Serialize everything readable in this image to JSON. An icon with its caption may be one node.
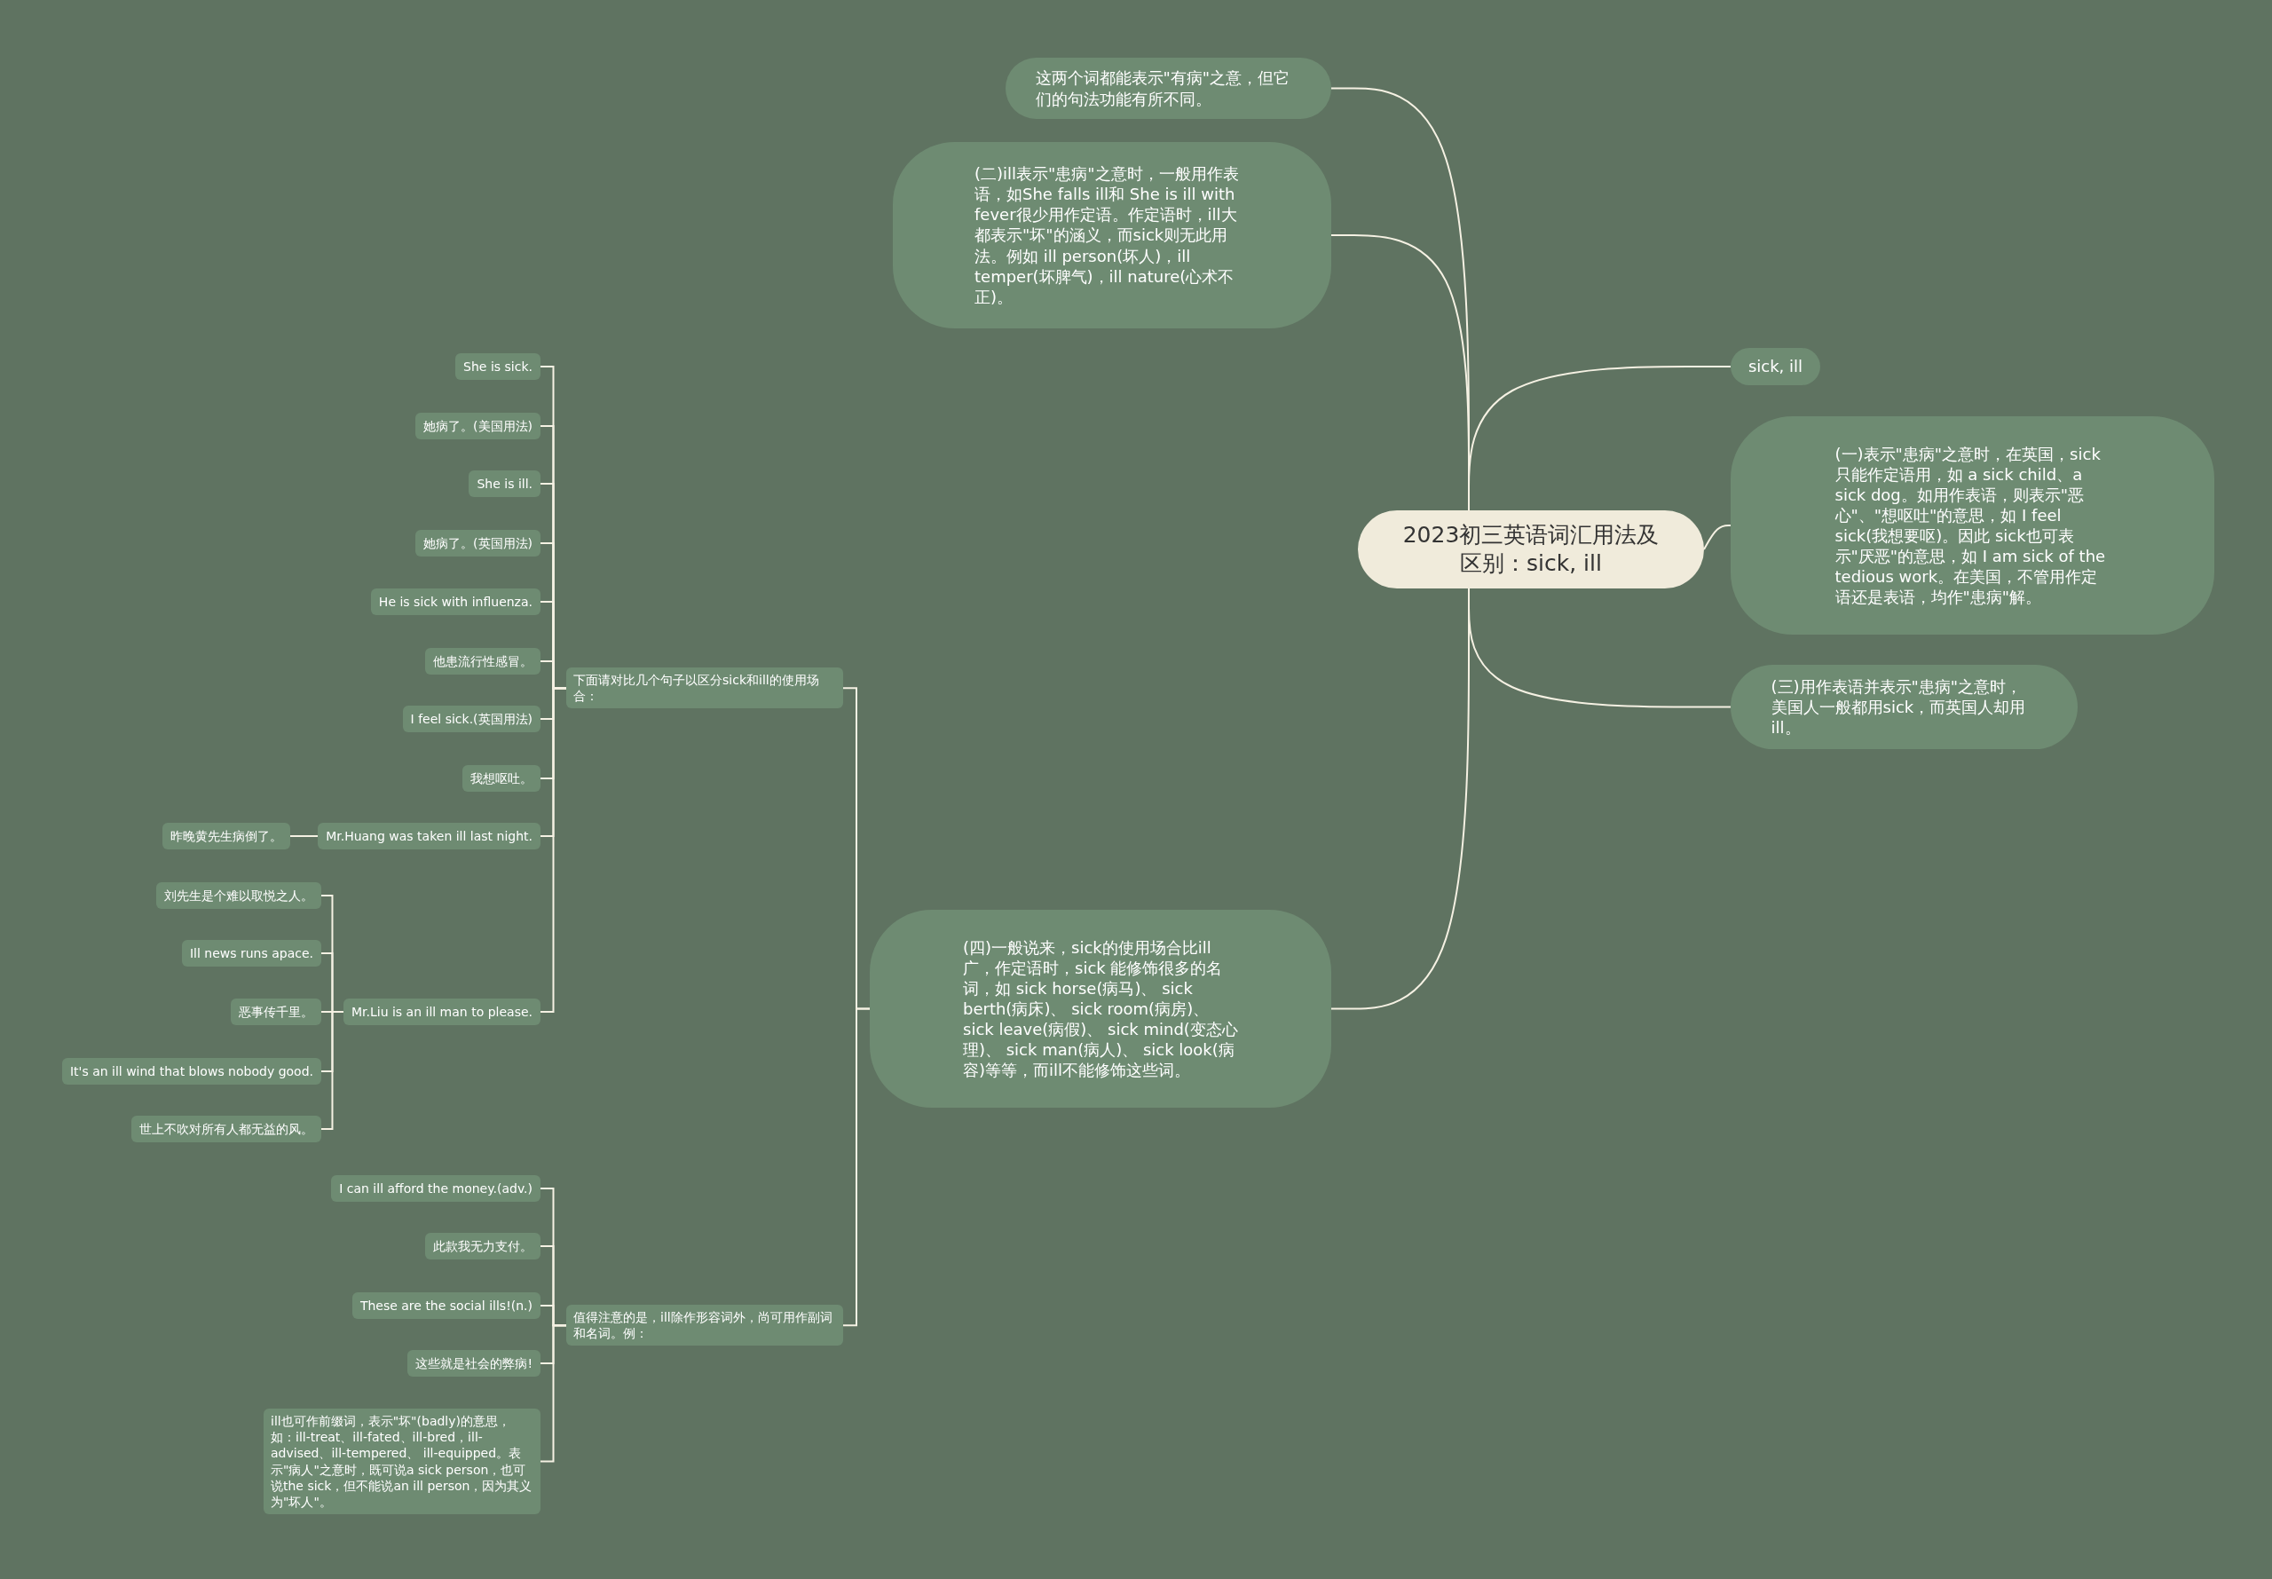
{
  "diagram": {
    "nodes": [
      {
        "text": [
          "2023初三英语词汇用法及区别：sick, ill"
        ]
      },
      {
        "text": [
          "这两个词都能表示\"有病\"之意，但它们的句法功能有所不同。"
        ]
      },
      {
        "text": [
          "(二)ill表示\"患病\"之意时，一般用作表语，如She falls ill和 She is ill with fever很少用作定语。作定语时，ill大都表示\"坏\"的涵义，而sick则无此用法。例如 ill person(坏人)，ill temper(坏脾气)，ill nature(心术不正)。"
        ]
      },
      {
        "text": [
          "sick, ill"
        ]
      },
      {
        "text": [
          "(一)表示\"患病\"之意时，在英国，sick只能作定语用，如 a sick child、a sick dog。如用作表语，则表示\"恶心\"、\"想呕吐\"的意思，如 I feel sick(我想要呕)。因此 sick也可表示\"厌恶\"的意思，如 I am sick of the tedious work。在美国，不管用作定语还是表语，均作\"患病\"解。"
        ]
      },
      {
        "text": [
          "(三)用作表语并表示\"患病\"之意时，美国人一般都用sick，而英国人却用ill。"
        ]
      },
      {
        "text": [
          "(四)一般说来，sick的使用场合比ill广，作定语时，sick 能修饰很多的名词，如 sick horse(病马)、 sick berth(病床)、 sick room(病房)、 sick leave(病假)、 sick mind(变态心理)、 sick man(病人)、 sick look(病容)等等，而ill不能修饰这些词。"
        ]
      },
      {
        "text": [
          "下面请对比几个句子以区分sick和ill的使用场合："
        ]
      },
      {
        "text": [
          "She is sick."
        ]
      },
      {
        "text": [
          "她病了。(美国用法)"
        ]
      },
      {
        "text": [
          "She is ill."
        ]
      },
      {
        "text": [
          "她病了。(英国用法)"
        ]
      },
      {
        "text": [
          "He is sick with influenza."
        ]
      },
      {
        "text": [
          "他患流行性感冒。"
        ]
      },
      {
        "text": [
          "I feel sick.(英国用法)"
        ]
      },
      {
        "text": [
          "我想呕吐。"
        ]
      },
      {
        "text": [
          "Mr.Huang was taken ill last night."
        ]
      },
      {
        "text": [
          "昨晚黄先生病倒了。"
        ]
      },
      {
        "text": [
          "Mr.Liu is an ill man to please."
        ]
      },
      {
        "text": [
          "刘先生是个难以取悦之人。"
        ]
      },
      {
        "text": [
          "Ill news runs apace."
        ]
      },
      {
        "text": [
          "恶事传千里。"
        ]
      },
      {
        "text": [
          "It's an ill wind that blows nobody good."
        ]
      },
      {
        "text": [
          "世上不吹对所有人都无益的风。"
        ]
      },
      {
        "text": [
          "值得注意的是，ill除作形容词外，尚可用作副词和名词。例："
        ]
      },
      {
        "text": [
          "I can ill afford the money.(adv.)"
        ]
      },
      {
        "text": [
          "此款我无力支付。"
        ]
      },
      {
        "text": [
          "These are the social ills!(n.)"
        ]
      },
      {
        "text": [
          "这些就是社会的弊病!"
        ]
      },
      {
        "text": [
          "ill也可作前缀词，表示\"坏\"(badly)的意思，如：ill-treat、ill-fated、ill-bred，ill-advised、ill-tempered、 ill-equipped。表示\"病人\"之意时，既可说a sick person，也可说the sick，但不能说an ill person，因为其义为\"坏人\"。"
        ]
      }
    ],
    "edges": [
      {
        "from": 0,
        "to": 1,
        "arrow": "none"
      },
      {
        "from": 0,
        "to": 2,
        "arrow": "none"
      },
      {
        "from": 0,
        "to": 3,
        "arrow": "none"
      },
      {
        "from": 0,
        "to": 4,
        "arrow": "none"
      },
      {
        "from": 0,
        "to": 5,
        "arrow": "none"
      },
      {
        "from": 0,
        "to": 6,
        "arrow": "none"
      },
      {
        "from": 6,
        "to": 7,
        "arrow": "none"
      },
      {
        "from": 7,
        "to": 8,
        "arrow": "none"
      },
      {
        "from": 7,
        "to": 9,
        "arrow": "none"
      },
      {
        "from": 7,
        "to": 10,
        "arrow": "none"
      },
      {
        "from": 7,
        "to": 11,
        "arrow": "none"
      },
      {
        "from": 7,
        "to": 12,
        "arrow": "none"
      },
      {
        "from": 7,
        "to": 13,
        "arrow": "none"
      },
      {
        "from": 7,
        "to": 14,
        "arrow": "none"
      },
      {
        "from": 7,
        "to": 15,
        "arrow": "none"
      },
      {
        "from": 7,
        "to": 16,
        "arrow": "none"
      },
      {
        "from": 16,
        "to": 17,
        "arrow": "none"
      },
      {
        "from": 7,
        "to": 18,
        "arrow": "none"
      },
      {
        "from": 18,
        "to": 19,
        "arrow": "none"
      },
      {
        "from": 18,
        "to": 20,
        "arrow": "none"
      },
      {
        "from": 18,
        "to": 21,
        "arrow": "none"
      },
      {
        "from": 18,
        "to": 22,
        "arrow": "none"
      },
      {
        "from": 18,
        "to": 23,
        "arrow": "none"
      },
      {
        "from": 6,
        "to": 24,
        "arrow": "none"
      },
      {
        "from": 24,
        "to": 25,
        "arrow": "none"
      },
      {
        "from": 24,
        "to": 26,
        "arrow": "none"
      },
      {
        "from": 24,
        "to": 27,
        "arrow": "none"
      },
      {
        "from": 24,
        "to": 28,
        "arrow": "none"
      },
      {
        "from": 24,
        "to": 29,
        "arrow": "none"
      }
    ]
  }
}
